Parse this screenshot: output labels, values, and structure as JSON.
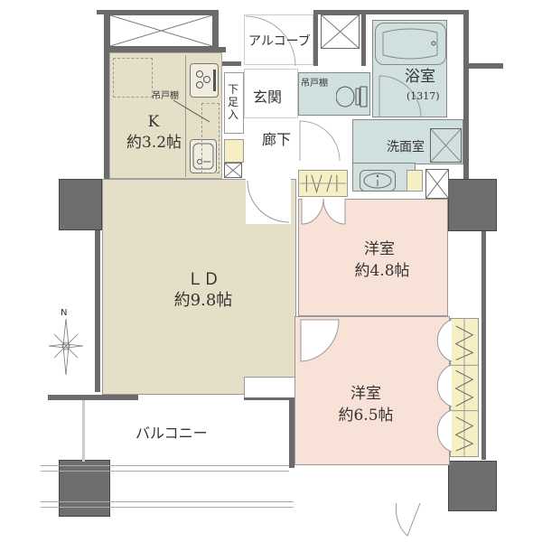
{
  "floorplan": {
    "colors": {
      "wall": "#6b6b6b",
      "ldk": "#e6dfc8",
      "western_room": "#f8e2d8",
      "wet_area": "#cfe0df",
      "storage": "#f6efc4"
    },
    "rooms": {
      "kitchen": {
        "name": "K",
        "area": "約3.2帖"
      },
      "ld": {
        "name": "ＬＤ",
        "area": "約9.8帖"
      },
      "western1": {
        "name": "洋室",
        "area": "約4.8帖"
      },
      "western2": {
        "name": "洋室",
        "area": "約6.5帖"
      },
      "bath": {
        "name": "浴室",
        "size": "(1317)"
      },
      "washroom": {
        "name": "洗面室"
      },
      "entrance": {
        "name": "玄関"
      },
      "hallway": {
        "name": "廊下"
      },
      "alcove": {
        "name": "アルコーブ"
      },
      "balcony": {
        "name": "バルコニー"
      },
      "shoe_box": {
        "name": "下足入"
      },
      "kitchen_cabinet": {
        "name": "吊戸棚"
      },
      "toilet_cabinet": {
        "name": "吊戸棚"
      }
    },
    "compass": {
      "north_label": "N"
    }
  }
}
